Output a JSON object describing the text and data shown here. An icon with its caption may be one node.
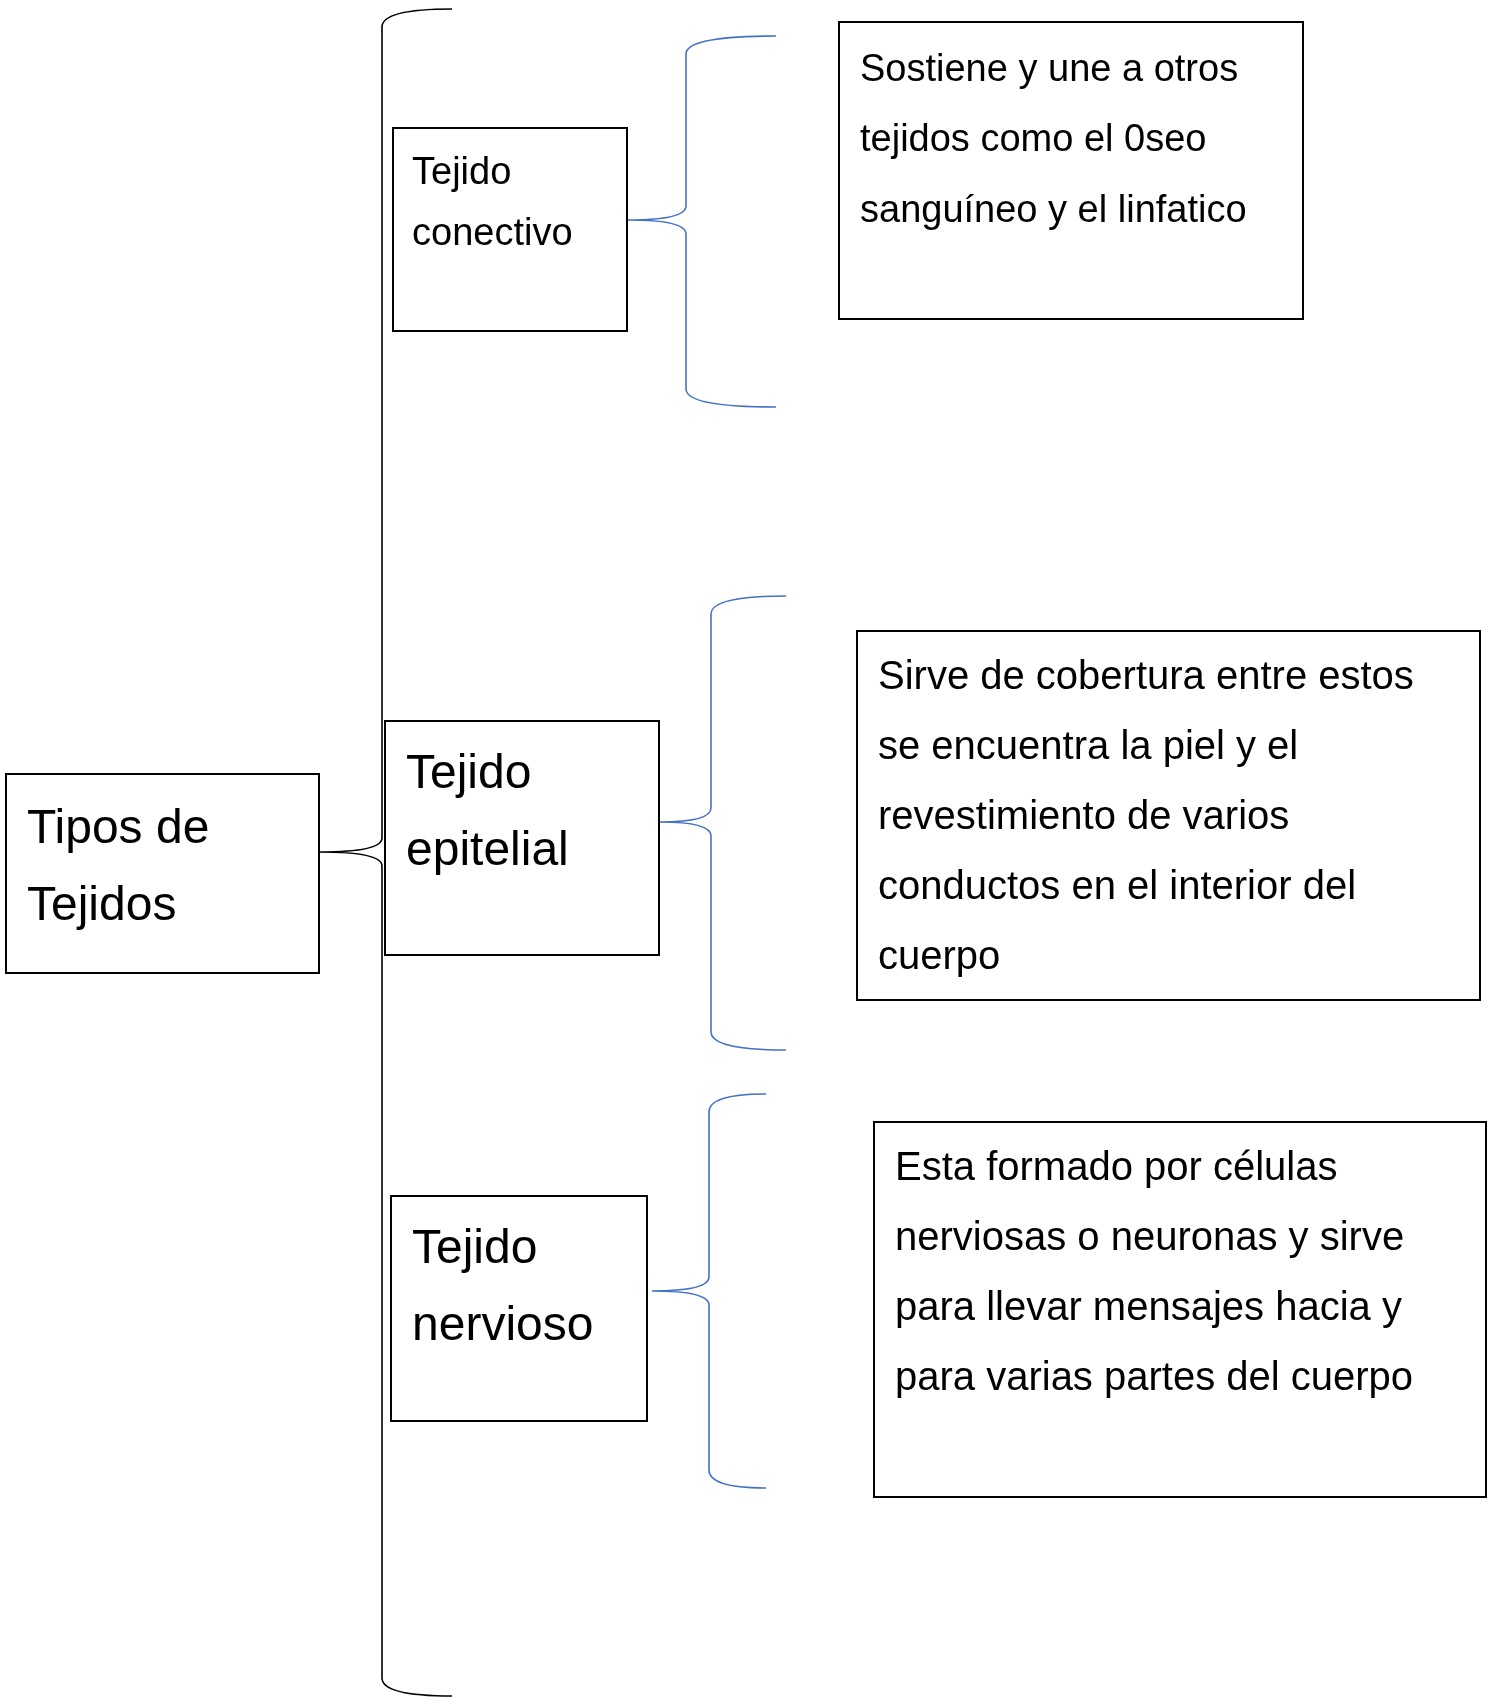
{
  "diagram": {
    "nodes": [
      {
        "text": [
          "Tipos de Tejidos"
        ]
      },
      {
        "text": [
          "Tejido conectivo"
        ]
      },
      {
        "text": [
          "Sostiene y une a otros tejidos como el 0seo sanguíneo y el linfatico"
        ]
      },
      {
        "text": [
          "Tejido epitelial"
        ]
      },
      {
        "text": [
          "Sirve de cobertura entre estos se encuentra la piel y el revestimiento de varios conductos en el interior del cuerpo"
        ]
      },
      {
        "text": [
          "Tejido nervioso"
        ]
      },
      {
        "text": [
          "Esta formado por células nerviosas o neuronas y sirve para llevar mensajes hacia y para varias partes del cuerpo"
        ]
      }
    ]
  }
}
